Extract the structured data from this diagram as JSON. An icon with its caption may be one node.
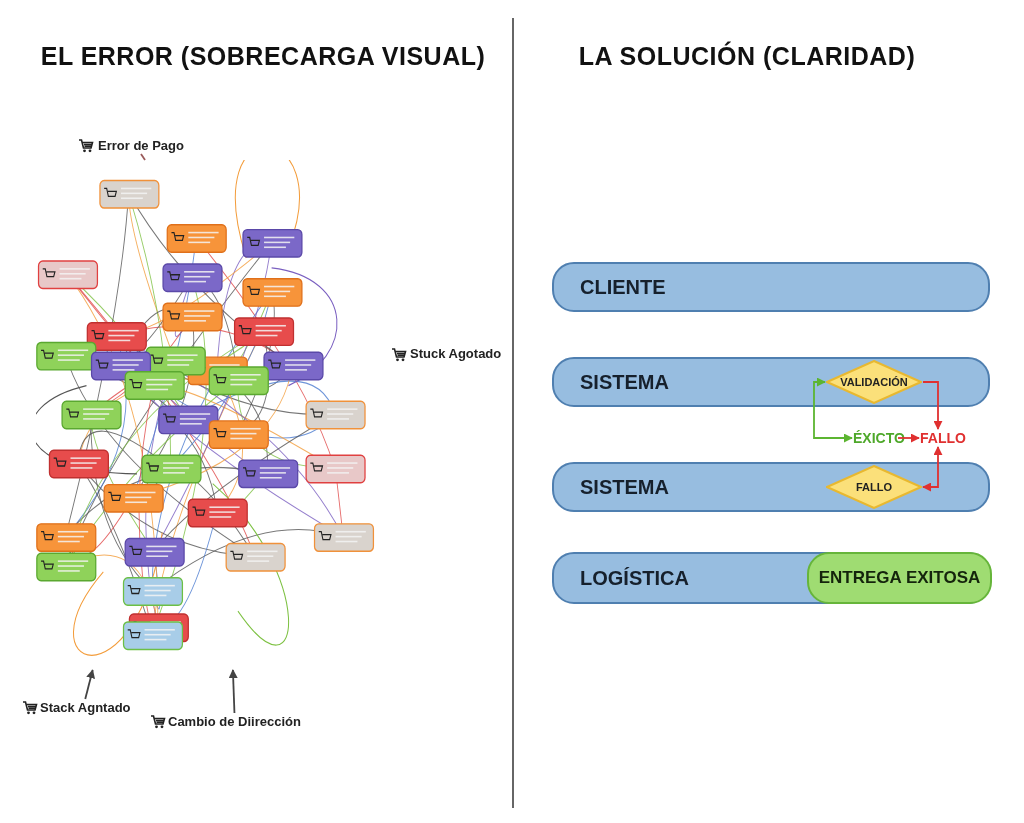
{
  "diagram": {
    "nodes": [
      {
        "text": [],
        "shape": "picture"
      },
      {
        "text": [
          "Error de Pago"
        ]
      },
      {
        "text": [
          "Stack Agntado"
        ]
      },
      {
        "text": [
          "Cambio de Diirección"
        ]
      },
      {
        "text": [
          "CLIENTE"
        ]
      },
      {
        "text": [
          "SISTEMA"
        ]
      },
      {
        "text": [
          "VALIDACIÓN"
        ],
        "in": 5
      },
      {
        "text": [
          "ÉXICTO"
        ]
      },
      {
        "text": [
          "FALLO"
        ]
      },
      {
        "text": [
          "SISTEMA"
        ]
      },
      {
        "text": [
          "FALLO"
        ],
        "in": 9
      },
      {
        "text": [
          "LOGÍSTICA"
        ]
      },
      {
        "text": [
          "ENTREGA EXITOSA"
        ],
        "in": 11
      }
    ],
    "edges": [
      {
        "from": 1,
        "to": 0,
        "arrow": "none",
        "color": "#9a5a5a"
      },
      {
        "from": 2,
        "to": 0,
        "arrow": "to",
        "color": "#444444"
      },
      {
        "from": 3,
        "to": 0,
        "arrow": "to",
        "color": "#444444"
      },
      {
        "from": 6,
        "to": 7,
        "arrow": "both",
        "color": "#5cb531"
      },
      {
        "from": 6,
        "to": 8,
        "arrow": "to",
        "color": "#e03030"
      },
      {
        "from": 7,
        "to": 8,
        "arrow": "to",
        "color": "#e03030"
      },
      {
        "from": 8,
        "to": 10,
        "arrow": "both",
        "color": "#e03030"
      }
    ],
    "labels": [
      "EL ERROR (SOBRECARGA VISUAL)",
      "LA SOLUCIÓN (CLARIDAD)",
      "Stuck Agotado"
    ]
  }
}
